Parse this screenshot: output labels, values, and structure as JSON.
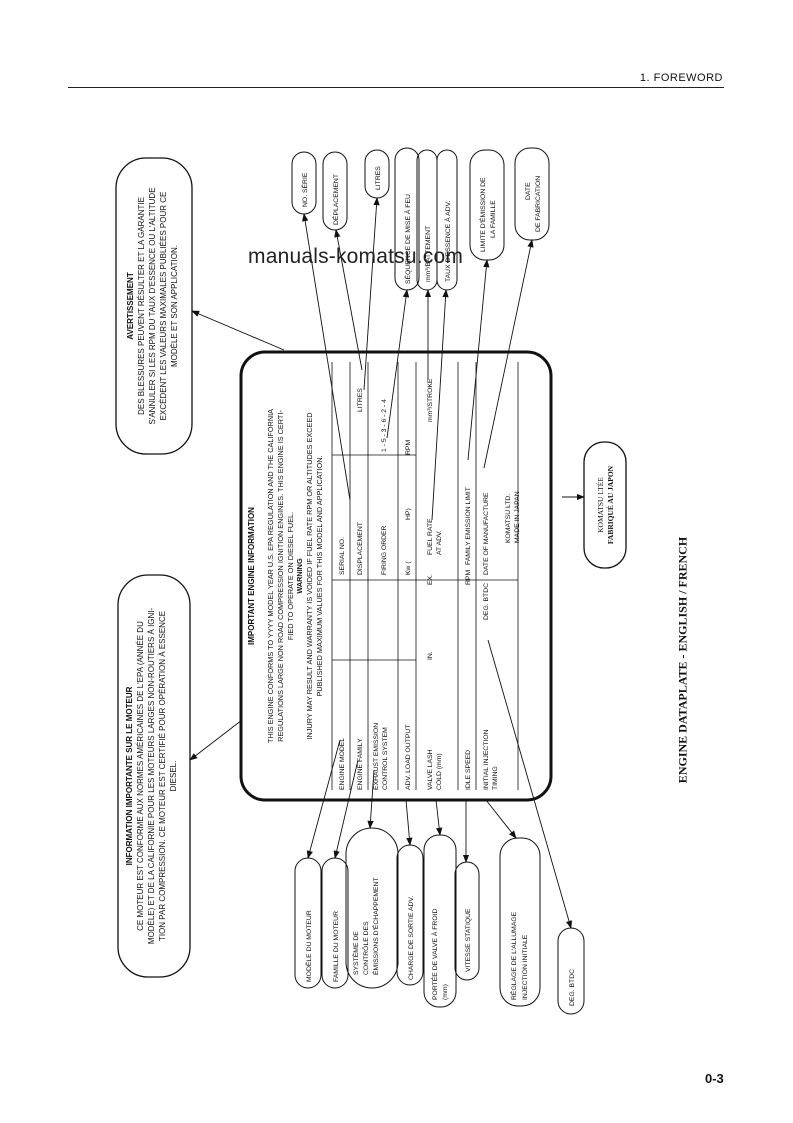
{
  "header": {
    "section": "1. FOREWORD"
  },
  "watermark": "manuals-komatsu.com",
  "page_number": "0-3",
  "caption": "ENGINE DATAPLATE - ENGLISH / FRENCH",
  "plate": {
    "title": "IMPORTANT ENGINE INFORMATION",
    "conform_line1": "THIS ENGINE CONFORMS TO YYYY MODEL YEAR U.S. EPA REGULATION AND THE CALIFORNIA",
    "conform_line2": "REGULATIONS LARGE NON ROAD COMPRESSION IGNITION ENGINES. THIS ENGINE IS CERTI-",
    "conform_line3": "FIED TO OPERATE ON DIESEL FUEL.",
    "warning_title": "WARNING",
    "warning_line1": "INJURY MAY RESULT AND WARRANTY IS VOIDED IF FUEL RATE RPM OR ALTITUDES EXCEED",
    "warning_line2": "PUBLISHED MAXIMUM VALUES FOR THIS MODEL AND APPLICATION.",
    "engine_model": "ENGINE MODEL",
    "serial_no": "SERIAL NO.",
    "engine_family": "ENGINE FAMILY",
    "displacement": "DISPLACEMENT",
    "litres": "LITRES",
    "exhaust_1": "EXHAUST EMISSION",
    "exhaust_2": "CONTROL SYSTEM",
    "firing_order": "FIRING ORDER",
    "firing_value": "1 - 5 - 3 - 6 - 2 - 4",
    "adv_load": "ADV. LOAD OUTPUT",
    "kw": "Kw (",
    "hp": "HP)",
    "rpm": "RPM",
    "valve_lash_1": "VALVE LASH",
    "valve_lash_2": "COLD (mm)",
    "in": "IN.",
    "ex": "EX.",
    "fuel_rate_1": "FUEL RATE",
    "fuel_rate_2": "AT ADV.",
    "stroke": "mm³/STROKE",
    "idle_speed": "IDLE SPEED",
    "rpm2": "RPM",
    "family_emission": "FAMILY EMISSION LIMIT",
    "initial_inj_1": "INITIAL INJECTION",
    "initial_inj_2": "TIMING",
    "deg": "DEG. BTDC",
    "date_mfg": "DATE OF MANUFACTURE",
    "komatsu_1": "KOMATSU LTD.",
    "komatsu_2": "MADE IN JAPAN"
  },
  "notes": {
    "fr_info": {
      "title": "INFORMATION IMPORTANTE SUR LE MOTEUR",
      "l1": "CE MOTEUR EST CONFORME AUX NORMES AMÉRICAINES DE L'EPA (ANNÉE DU",
      "l2": "MODÈLE) ET DE LA CALIFORNIE POUR LES MOTEURS LARGES NON-ROUTIERS À IGNI-",
      "l3": "TION PAR COMPRESSION.  CE MOTEUR EST CERTIFIÉ POUR OPÉRATION À ESSENCE",
      "l4": "DIESEL."
    },
    "fr_warning": {
      "title": "AVERTISSEMENT",
      "l1": "DES BLESSURES PEUVENT RÉSULTER ET LA GARANTIE",
      "l2": "S'ANNULER SI LES RPM DU TAUX D'ESSENCE OU L'ALTITUDE",
      "l3": "EXCÈDENT LES VALEURS MAXIMALES PUBLIÉES POUR CE",
      "l4": "MODÈLE ET SON APPLICATION."
    },
    "komatsu_fr_1": "KOMATSU LTÉE",
    "komatsu_fr_2": "FABRIQUÉ AU JAPON"
  },
  "top_labels": [
    {
      "l1": "NO. SÉRIE"
    },
    {
      "l1": "DÉPLACEMENT"
    },
    {
      "l1": "LITRES"
    },
    {
      "l1": "SÉQUENCE DE MISE À FEU"
    },
    {
      "l1": "mm³/BATTEMENT"
    },
    {
      "l1": "TAUX D'ESSENCE À ADV."
    },
    {
      "l1": "LIMITE D'ÉMISSION DE",
      "l2": "LA FAMILLE"
    },
    {
      "l1": "DATE",
      "l2": "DE FABRICATION"
    }
  ],
  "bottom_labels": [
    {
      "l1": "MODÈLE DU MOTEUR"
    },
    {
      "l1": "FAMILLE DU MOTEUR"
    },
    {
      "l1": "SYSTÈME DE",
      "l2": "CONTRÔLE DES",
      "l3": "ÉMISSIONS D'ÉCHAPPEMENT"
    },
    {
      "l1": "CHARGE DE SORTIE ADV."
    },
    {
      "l1": "PORTÉE DE VALVE À FROID",
      "l2": "(mm)"
    },
    {
      "l1": "VITESSE STATIQUE"
    },
    {
      "l1": "RÉGLAGE DE L'ALLUMAGE",
      "l2": "INJECTION INITIALE"
    },
    {
      "l1": "DEG. BTDC"
    }
  ]
}
